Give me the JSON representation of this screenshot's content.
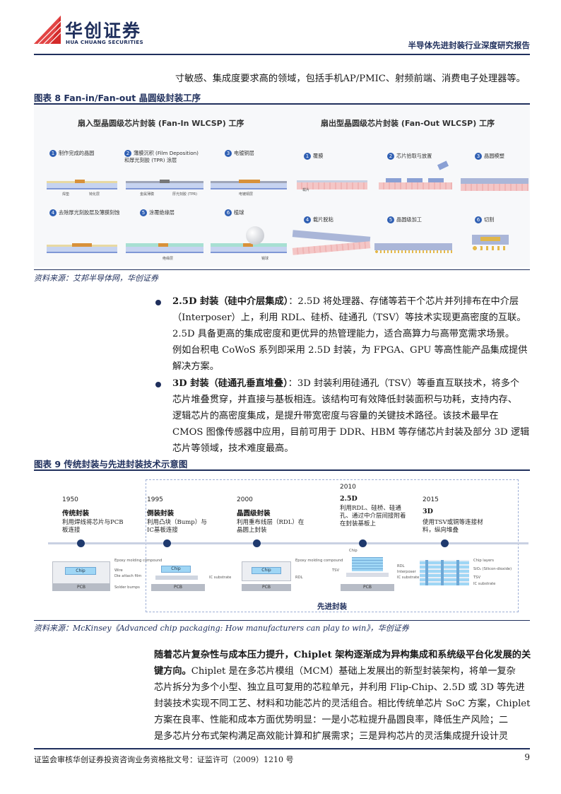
{
  "header": {
    "logo_cn": "华创证券",
    "logo_en": "HUA CHUANG SECURITIES",
    "report_title": "半导体先进封装行业深度研究报告"
  },
  "intro_line": "寸敏感、集成度要求高的领域，包括手机AP/PMIC、射频前端、消费电子处理器等。",
  "fig8": {
    "title": "图表 8   Fan-in/Fan-out 晶圆级封装工序",
    "left_heading": "扇入型晶圆级芯片封装 (Fan-In WLCSP) 工序",
    "right_heading": "扇出型晶圆级芯片封装 (Fan-Out WLCSP) 工序",
    "fanin_steps": [
      {
        "n": "1",
        "label": "制作完成的晶圆"
      },
      {
        "n": "2",
        "label": "薄膜沉积 (Film Deposition) 和厚光刻胶 (TPR) 涂层"
      },
      {
        "n": "3",
        "label": "电镀铜层"
      },
      {
        "n": "4",
        "label": "去除厚光刻胶层及薄膜刻蚀"
      },
      {
        "n": "5",
        "label": "涂覆绝缘层"
      },
      {
        "n": "6",
        "label": "植球"
      }
    ],
    "fanout_steps": [
      {
        "n": "1",
        "label": "覆膜"
      },
      {
        "n": "2",
        "label": "芯片拾取与放置"
      },
      {
        "n": "3",
        "label": "晶圆模塑"
      },
      {
        "n": "4",
        "label": "载片脱粘"
      },
      {
        "n": "5",
        "label": "晶圆级加工"
      },
      {
        "n": "6",
        "label": "切割"
      }
    ],
    "tiny_labels": {
      "pad": "焊垫",
      "passivation": "钝化层",
      "metal_film": "金属薄膜",
      "tpr": "厚光刻胶 (TPR)",
      "plated_cu": "电镀铜层",
      "dielectric": "绝缘层",
      "solder_ball": "锡球",
      "carrier": "载片"
    },
    "source": "资料来源：艾邦半导体网，华创证券"
  },
  "bullets": [
    {
      "bold": "2.5D 封装（硅中介层集成）",
      "lines": [
        "：2.5D 将处理器、存储等若干个芯片并列排布在中介层",
        "（Interposer）上，利用 RDL、硅桥、硅通孔（TSV）等技术实现更高密度的互联。",
        "2.5D 具备更高的集成密度和更优异的热管理能力，适合高算力与高带宽需求场景。",
        "例如台积电 CoWoS 系列即采用 2.5D 封装，为 FPGA、GPU 等高性能产品集成提供",
        "解决方案。"
      ]
    },
    {
      "bold": "3D 封装（硅通孔垂直堆叠）",
      "lines": [
        "：3D 封装利用硅通孔（TSV）等垂直互联技术，将多个",
        "芯片堆叠贯穿，并直接与基板相连。该结构可有效降低封装面积与功耗，支持内存、",
        "逻辑芯片的高密度集成，是提升带宽密度与容量的关键技术路径。该技术最早在",
        "CMOS 图像传感器中应用，目前可用于 DDR、HBM 等存储芯片封装及部分 3D 逻辑",
        "芯片等领域，技术难度最高。"
      ]
    }
  ],
  "fig9": {
    "title": "图表 9   传统封装与先进封装技术示意图",
    "milestones": [
      {
        "year": "1950",
        "name": "传统封装",
        "desc": "利用焊线将芯片与PCB板连接"
      },
      {
        "year": "1995",
        "name": "倒装封装",
        "desc": "利用凸块（Bump）与IC基板连接"
      },
      {
        "year": "2000",
        "name": "晶圆级封装",
        "desc": "利用重布线层（RDL）在晶圆上封装"
      },
      {
        "year": "2010",
        "name": "2.5D",
        "desc": "利用RDL、硅桥、硅通孔、通过中介层间接附着在封装基板上"
      },
      {
        "year": "2015",
        "name": "3D",
        "desc": "使用TSV或铜等连接材料，纵向堆叠"
      }
    ],
    "diagram_labels": {
      "chip": "Chip",
      "pcb": "PCB",
      "epoxy": "Epoxy molding compound",
      "wire": "Wire",
      "die_attach": "Die attach film",
      "solder_bumps": "Solder bumps",
      "ic_substrate": "IC substrate",
      "rdl": "RDL",
      "tsv": "TSV",
      "interposer": "Interposer",
      "chip_layers": "Chip layers",
      "sio2": "SiO₂ (Silicon-dioxide)"
    },
    "footer_label": "先进封装",
    "source": "资料来源：McKinsey《Advanced chip packaging: How manufacturers can play to win》，华创证券"
  },
  "closing": {
    "bold": "随着芯片复杂性与成本压力提升，Chiplet 架构逐渐成为异构集成和系统级平台化发展的关键方向。",
    "lines": [
      "Chiplet 是在多芯片模组（MCM）基础上发展出的新型封装架构，将单一复杂",
      "芯片拆分为多个小型、独立且可复用的芯粒单元，并利用 Flip-Chip、2.5D 或 3D 等先进",
      "封装技术实现不同工艺、材料和功能芯片的灵活组合。相比传统单芯片 SoC 方案，Chiplet",
      "方案在良率、性能和成本方面优势明显：一是小芯粒提升晶圆良率，降低生产风险；二",
      "是多芯片分布式架构满足高效能计算和扩展需求；三是异构芯片的灵活集成提升设计灵"
    ]
  },
  "footer": {
    "license": "证监会审核华创证券投资咨询业务资格批文号：证监许可（2009）1210 号",
    "page": "9"
  }
}
